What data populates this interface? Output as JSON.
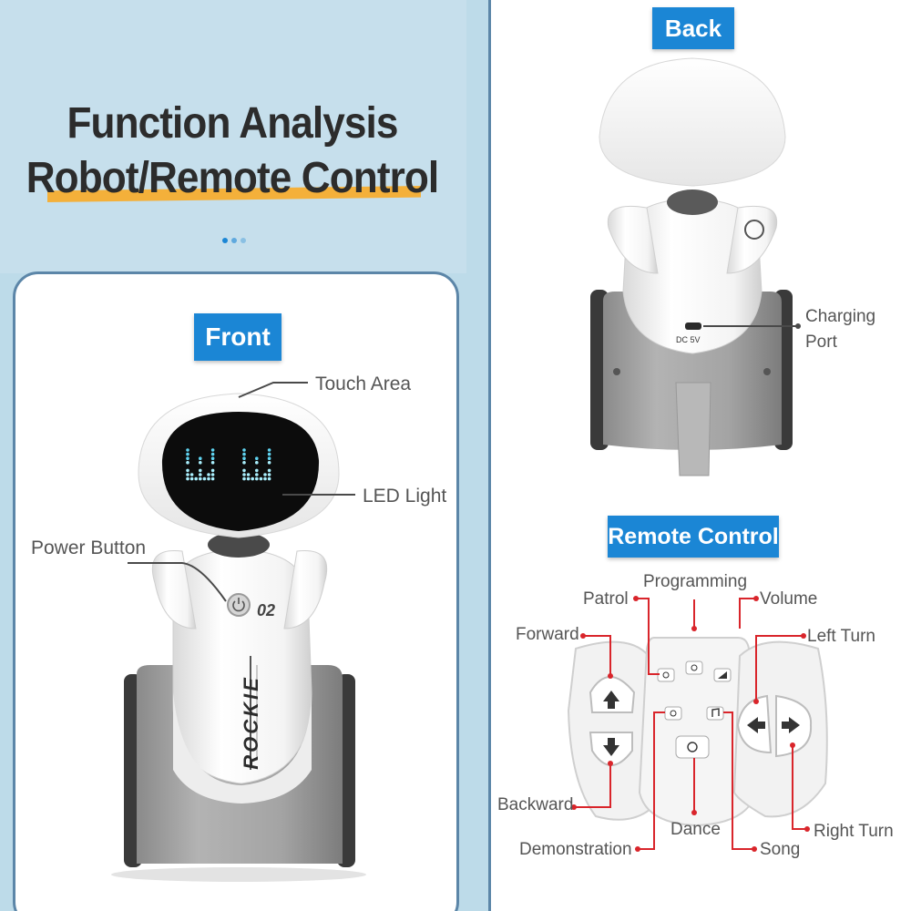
{
  "header": {
    "title_line1": "Function Analysis",
    "title_line2": "Robot/Remote Control"
  },
  "colors": {
    "background": "#bddbe9",
    "tag_blue": "#1b86d5",
    "accent_orange": "#f4b03a",
    "callout_red": "#d9252b",
    "border_blue": "#5c86a8"
  },
  "front": {
    "tag": "Front",
    "callouts": {
      "touch_area": "Touch Area",
      "led_light": "LED Light",
      "power_button": "Power Button"
    },
    "robot_branding": "ROCKIE",
    "robot_model": "02"
  },
  "back": {
    "tag": "Back",
    "callouts": {
      "charging_port_line1": "Charging",
      "charging_port_line2": "Port"
    },
    "port_marking": "DC 5V"
  },
  "remote": {
    "tag": "Remote Control",
    "callouts": {
      "programming": "Programming",
      "patrol": "Patrol",
      "volume": "Volume",
      "forward": "Forward",
      "left_turn": "Left Turn",
      "backward": "Backward",
      "dance": "Dance",
      "right_turn": "Right Turn",
      "demonstration": "Demonstration",
      "song": "Song"
    }
  }
}
